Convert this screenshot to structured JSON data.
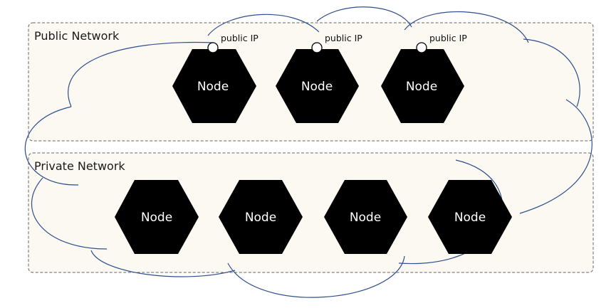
{
  "public_network": {
    "label": "Public Network",
    "nodes": [
      {
        "label": "Node",
        "ip_label": "public IP"
      },
      {
        "label": "Node",
        "ip_label": "public IP"
      },
      {
        "label": "Node",
        "ip_label": "public IP"
      }
    ]
  },
  "private_network": {
    "label": "Private Network",
    "nodes": [
      {
        "label": "Node"
      },
      {
        "label": "Node"
      },
      {
        "label": "Node"
      },
      {
        "label": "Node"
      }
    ]
  },
  "colors": {
    "panel_fill": "#fbf9f2",
    "panel_border": "#666666",
    "cloud_stroke": "#2f4f8f",
    "node_fill": "#000000",
    "node_text": "#ffffff",
    "port_fill": "#ffffff"
  },
  "icons": {
    "node": "hexagon-icon",
    "public_ip_port": "circle-port-icon"
  }
}
